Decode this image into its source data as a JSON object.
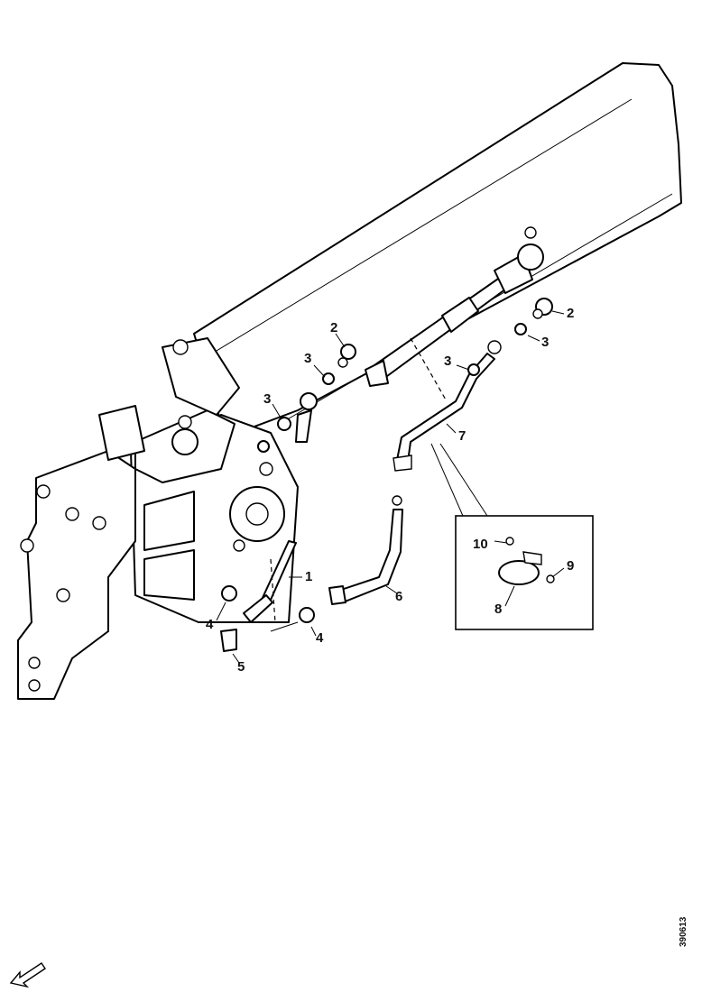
{
  "diagram": {
    "callouts": [
      {
        "id": "c1",
        "text": "1"
      },
      {
        "id": "c2a",
        "text": "2"
      },
      {
        "id": "c2b",
        "text": "2"
      },
      {
        "id": "c3a",
        "text": "3"
      },
      {
        "id": "c3b",
        "text": "3"
      },
      {
        "id": "c3c",
        "text": "3"
      },
      {
        "id": "c3d",
        "text": "3"
      },
      {
        "id": "c4a",
        "text": "4"
      },
      {
        "id": "c4b",
        "text": "4"
      },
      {
        "id": "c5",
        "text": "5"
      },
      {
        "id": "c6",
        "text": "6"
      },
      {
        "id": "c7",
        "text": "7"
      },
      {
        "id": "c8",
        "text": "8"
      },
      {
        "id": "c9",
        "text": "9"
      },
      {
        "id": "c10",
        "text": "10"
      }
    ],
    "reference_code": "390613",
    "icons": {
      "orientation_arrow": "arrow-down-left-icon"
    }
  }
}
